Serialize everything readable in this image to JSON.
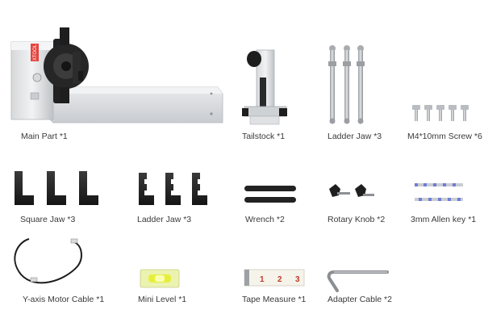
{
  "items": [
    {
      "key": "main_part",
      "label": "Main Part *1"
    },
    {
      "key": "tailstock",
      "label": "Tailstock *1"
    },
    {
      "key": "ladder_jaw_rods",
      "label": "Ladder Jaw *3"
    },
    {
      "key": "m4_screw",
      "label": "M4*10mm Screw *6"
    },
    {
      "key": "square_jaw",
      "label": "Square Jaw *3"
    },
    {
      "key": "ladder_jaw_blocks",
      "label": "Ladder Jaw *3"
    },
    {
      "key": "wrench",
      "label": "Wrench *2"
    },
    {
      "key": "rotary_knob",
      "label": "Rotary Knob *2"
    },
    {
      "key": "allen_key",
      "label": "3mm Allen key *1"
    },
    {
      "key": "y_axis_cable",
      "label": "Y-axis Motor Cable *1"
    },
    {
      "key": "mini_level",
      "label": "Mini Level *1"
    },
    {
      "key": "tape_measure",
      "label": "Tape Measure *1"
    },
    {
      "key": "adapter_cable",
      "label": "Adapter Cable *2"
    }
  ],
  "tape_marks": [
    "1",
    "2",
    "3"
  ],
  "brand_mark": "XTOOL"
}
